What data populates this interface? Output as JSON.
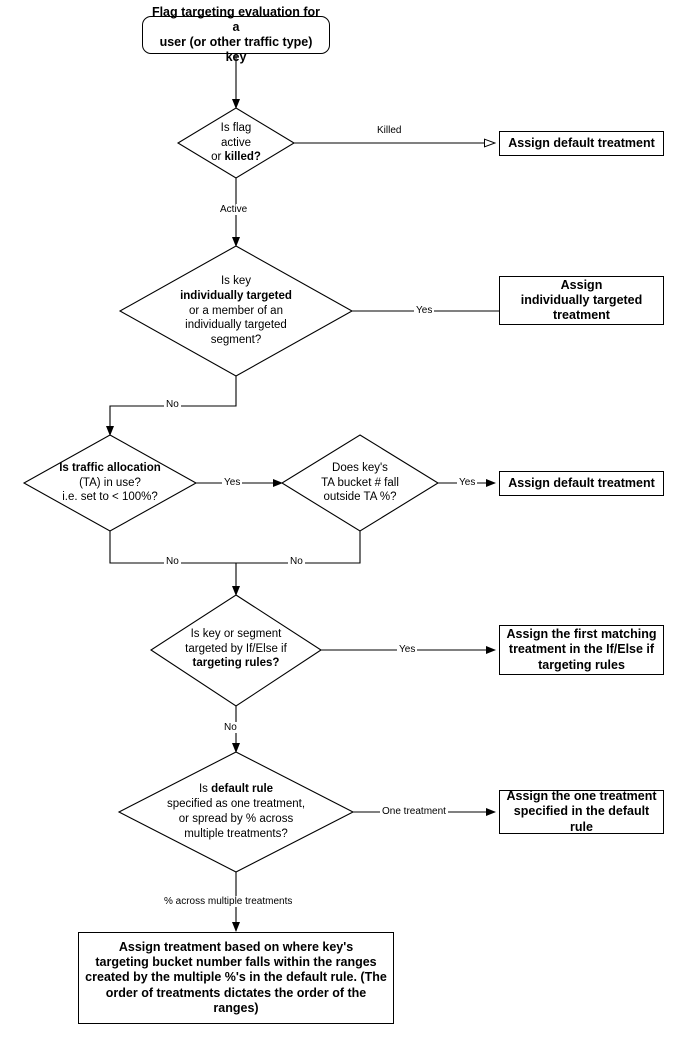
{
  "diagram": {
    "title": "Flag targeting evaluation flowchart",
    "colors": {
      "stroke": "#000000",
      "background": "#ffffff",
      "text": "#000000"
    },
    "start": {
      "line1": "Flag targeting evaluation for a",
      "line2": "user (or other traffic type) key"
    },
    "decisions": {
      "flag_state": {
        "line1": "Is flag",
        "line2": "active",
        "line3_prefix": "or ",
        "line3_bold": "killed?"
      },
      "individual_targeting": {
        "line1": "Is key",
        "line2_bold": "individually targeted",
        "line3": "or a member of an",
        "line4": "individually targeted",
        "line5": "segment?"
      },
      "traffic_allocation": {
        "line1_bold": "Is traffic allocation",
        "line2": "(TA) in use?",
        "line3": "i.e. set to < 100%?"
      },
      "ta_bucket": {
        "line1": "Does key's",
        "line2": "TA bucket # fall",
        "line3": "outside TA %?"
      },
      "ifelse_rules": {
        "line1": "Is key or segment",
        "line2": "targeted by If/Else if",
        "line3_bold": "targeting rules?"
      },
      "default_rule": {
        "line1_prefix": "Is ",
        "line1_bold": "default rule",
        "line2": "specified as one treatment,",
        "line3": "or spread by % across",
        "line4": "multiple treatments?"
      }
    },
    "outcomes": {
      "assign_default_killed": "Assign default treatment",
      "assign_individually_targeted": {
        "line1": "Assign",
        "line2": "individually targeted",
        "line3": "treatment"
      },
      "assign_default_ta": "Assign default treatment",
      "assign_ifelse_match": {
        "line1": "Assign the first matching",
        "line2": "treatment in the If/Else if",
        "line3": "targeting rules"
      },
      "assign_one_treatment": {
        "line1": "Assign the one treatment",
        "line2": "specified in the default rule"
      },
      "assign_bucket_ranges": {
        "line1": "Assign treatment based on where key's",
        "line2": "targeting bucket number falls within the ranges",
        "line3": "created by the multiple %'s in the default rule. (The",
        "line4": "order of treatments dictates the order of the ranges)"
      }
    },
    "edge_labels": {
      "killed": "Killed",
      "active": "Active",
      "individual_yes": "Yes",
      "individual_no": "No",
      "ta_yes": "Yes",
      "ta_no": "No",
      "bucket_yes": "Yes",
      "bucket_no": "No",
      "ifelse_yes": "Yes",
      "ifelse_no": "No",
      "one_treatment": "One treatment",
      "percent_across": "% across multiple treatments"
    }
  }
}
